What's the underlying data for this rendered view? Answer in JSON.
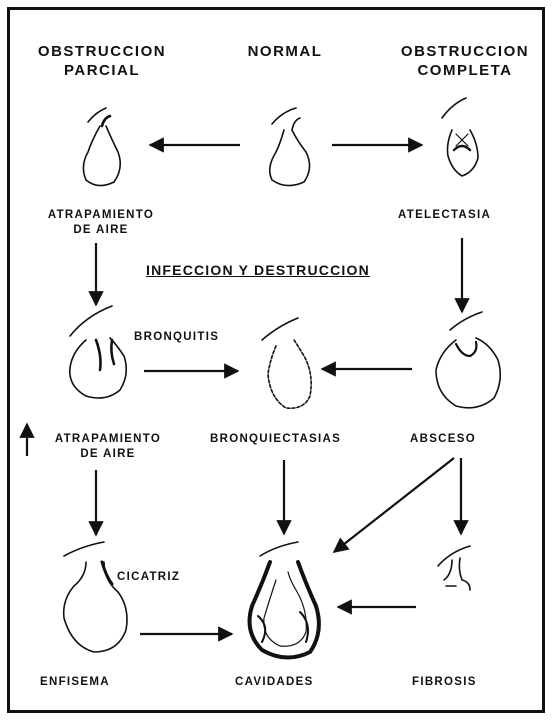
{
  "headers": {
    "partial": [
      "OBSTRUCCION",
      "PARCIAL"
    ],
    "normal": "NORMAL",
    "complete": [
      "OBSTRUCCION",
      "COMPLETA"
    ]
  },
  "section_title": "INFECCION Y DESTRUCCION",
  "labels": {
    "air_trap_1": [
      "ATRAPAMIENTO",
      "DE AIRE"
    ],
    "atelectasis": "ATELECTASIA",
    "bronchitis": "BRONQUITIS",
    "air_trap_2": [
      "ATRAPAMIENTO",
      "DE AIRE"
    ],
    "bronchiectasis": "BRONQUIECTASIAS",
    "abscess": "ABSCESO",
    "scar": "CICATRIZ",
    "emphysema": "ENFISEMA",
    "cavities": "CAVIDADES",
    "fibrosis": "FIBROSIS"
  },
  "colors": {
    "ink": "#111111",
    "background": "#ffffff"
  }
}
